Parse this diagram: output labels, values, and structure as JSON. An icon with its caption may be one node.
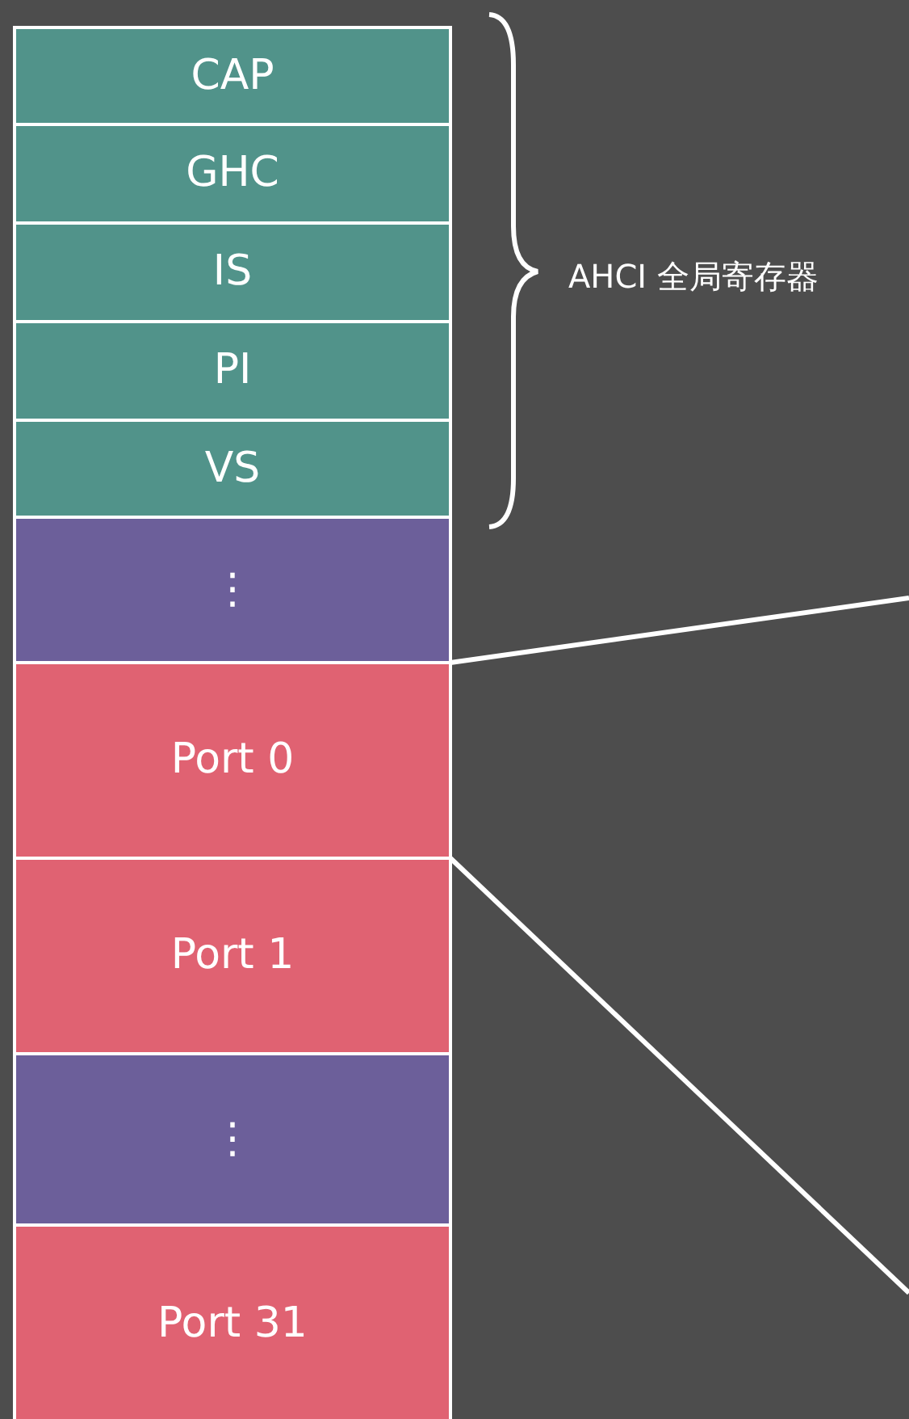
{
  "diagram": {
    "nodes": [
      {
        "text": [
          "CAP"
        ]
      },
      {
        "text": [
          "GHC"
        ]
      },
      {
        "text": [
          "IS"
        ]
      },
      {
        "text": [
          "PI"
        ]
      },
      {
        "text": [
          "VS"
        ]
      },
      {
        "text": [
          "⋮"
        ]
      },
      {
        "text": [
          "Port 0"
        ]
      },
      {
        "text": [
          "Port 1"
        ]
      },
      {
        "text": [
          "⋮"
        ]
      },
      {
        "text": [
          "Port 31"
        ]
      }
    ],
    "edges": [
      {
        "from": 6,
        "to": null,
        "arrow": "none"
      },
      {
        "from": 6,
        "to": null,
        "arrow": "none"
      }
    ],
    "labels": [
      "AHCI 全局寄存器"
    ]
  }
}
